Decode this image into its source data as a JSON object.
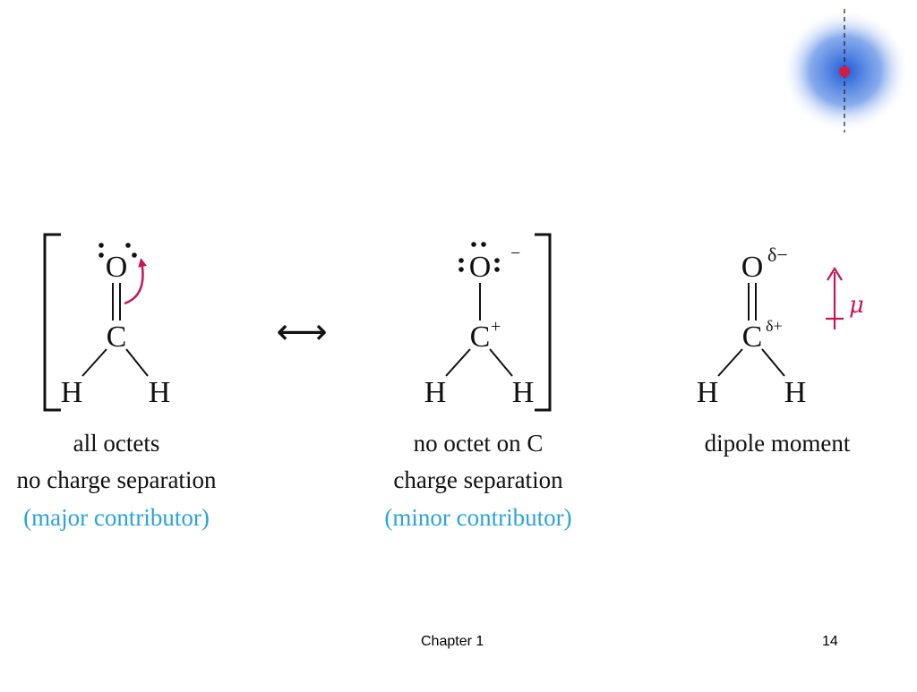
{
  "slide": {
    "footer_chapter": "Chapter 1",
    "page_number": "14"
  },
  "structures": {
    "left": {
      "atoms": {
        "oxygen": "O",
        "carbon": "C",
        "h_left": "H",
        "h_right": "H"
      },
      "caption_line1": "all octets",
      "caption_line2": "no charge separation",
      "contributor": "(major contributor)"
    },
    "middle": {
      "atoms": {
        "oxygen": "O",
        "carbon": "C",
        "h_left": "H",
        "h_right": "H"
      },
      "oxygen_charge": "−",
      "carbon_charge": "+",
      "caption_line1": "no octet on C",
      "caption_line2": "charge separation",
      "contributor": "(minor contributor)"
    },
    "right": {
      "atoms": {
        "oxygen": "O",
        "carbon": "C",
        "h_left": "H",
        "h_right": "H"
      },
      "oxygen_partial": "δ−",
      "carbon_partial": "δ+",
      "dipole_symbol": "μ",
      "caption_line1": "dipole moment"
    }
  },
  "resonance_arrow": "⟷",
  "colors": {
    "contributor_text": "#29a3d9",
    "curved_arrow": "#c2185b",
    "dipole_arrow": "#c2185b",
    "orbital_blue": "#1e5bd6",
    "nucleus_red": "#d81b3c"
  }
}
